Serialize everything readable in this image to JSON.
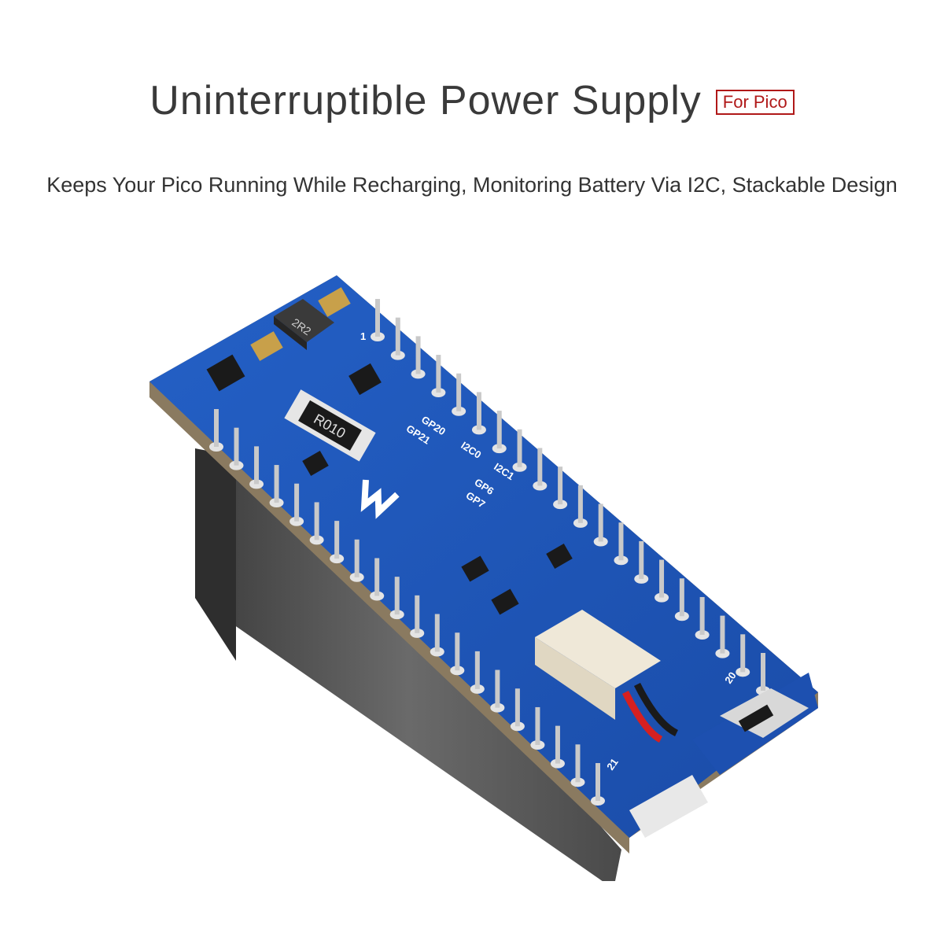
{
  "header": {
    "title": "Uninterruptible Power Supply",
    "badge": "For Pico",
    "subtitle": "Keeps Your Pico Running While Recharging, Monitoring Battery Via I2C, Stackable Design"
  },
  "board": {
    "resistor_marking": "R010",
    "inductor_marking": "2R2",
    "pin_start": "1",
    "pin_20": "20",
    "pin_21": "21",
    "labels": [
      "GP20",
      "GP21",
      "I2C0",
      "I2C1",
      "GP6",
      "GP7"
    ],
    "colors": {
      "pcb": "#1f56b8",
      "pin": "#c9c9c9",
      "header": "#5a5a5a"
    }
  }
}
